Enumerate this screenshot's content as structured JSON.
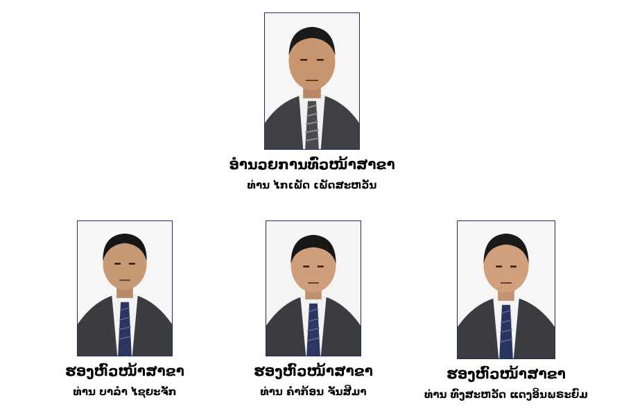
{
  "chief": {
    "title": "ອໍານວຍການທົ່ວໜ້າສາຂາ",
    "name": "ທ່ານ ໄກເພັດ ເພັດສະຫວັນ"
  },
  "deputies": [
    {
      "title": "ຮອງຫົວໜ້າສາຂາ",
      "name": "ທ່ານ ບາລຳ ໄຊຍະຈັກ"
    },
    {
      "title": "ຮອງຫົວໜ້າສາຂາ",
      "name": "ທ່ານ ຄຳກ້ອນ ຈັນສີມາ"
    },
    {
      "title": "ຮອງຫົວໜ້າສາຂາ",
      "name": "ທ່ານ ທົງສະຫວັດ ແດງອິນພຣະຍົມ"
    }
  ],
  "colors": {
    "photo_border": "#1f2a6b",
    "suit": "#3b3d40",
    "shirt": "#f2f2f2",
    "tie": "#2b3560"
  }
}
